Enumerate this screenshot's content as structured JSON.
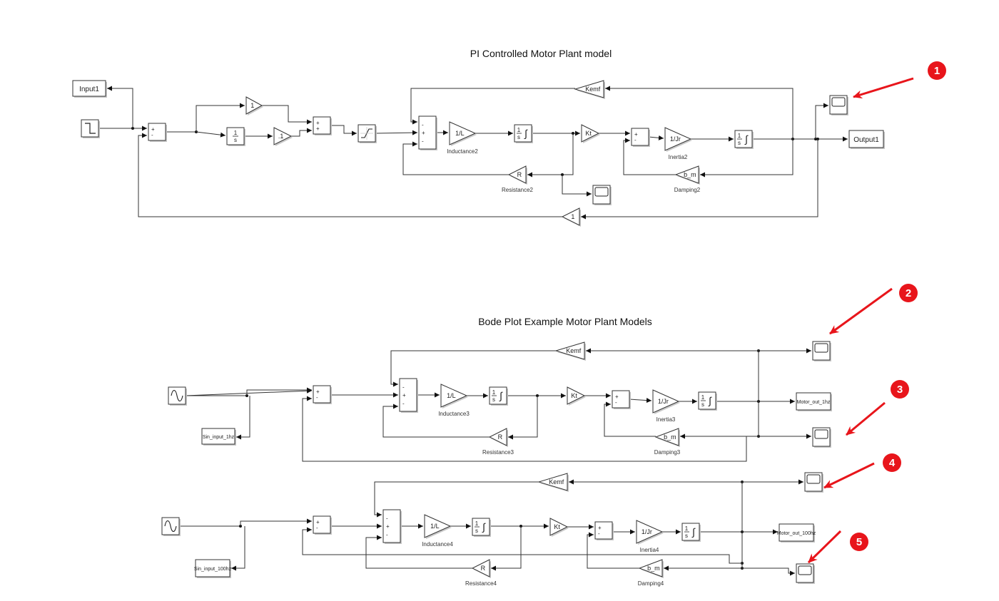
{
  "titles": {
    "pi_model": "PI Controlled Motor Plant model",
    "bode_models": "Bode Plot Example Motor Plant Models"
  },
  "pi_model": {
    "input_port": "Input1",
    "output_port": "Output1",
    "proportional_gain": "1",
    "integrator": "1/s",
    "integral_gain": ".1",
    "kemf": "Kemf",
    "inductance": "1/L",
    "inductance_label": "Inductance2",
    "kt": "Kt",
    "inertia": "1/Jr",
    "inertia_label": "Inertia2",
    "resistance": "R",
    "resistance_label": "Resistance2",
    "damping": "b_m",
    "damping_label": "Damping2",
    "feedback_gain": "1"
  },
  "bode_1hz": {
    "input_port": "Sin_input_1hz",
    "output_port": "Motor_out_1hz",
    "kemf": "Kemf",
    "inductance": "1/L",
    "inductance_label": "Inductance3",
    "kt": "Kt",
    "inertia": "1/Jr",
    "inertia_label": "Inertia3",
    "resistance": "R",
    "resistance_label": "Resistance3",
    "damping": "b_m",
    "damping_label": "Damping3"
  },
  "bode_100hz": {
    "input_port": "Sin_input_100hz",
    "output_port": "Motor_out_100hz",
    "kemf": "Kemf",
    "inductance": "1/L",
    "inductance_label": "Inductance4",
    "kt": "Kt",
    "inertia": "1/Jr",
    "inertia_label": "Inertia4",
    "resistance": "R",
    "resistance_label": "Resistance4",
    "damping": "b_m",
    "damping_label": "Damping4"
  },
  "signs": {
    "plus": "+",
    "minus": "-"
  },
  "integrator_symbol": {
    "num": "1",
    "den": "s",
    "integral": "∫"
  },
  "annotations": [
    {
      "number": "1",
      "target": "scope-pi-output"
    },
    {
      "number": "2",
      "target": "scope-1hz-top"
    },
    {
      "number": "3",
      "target": "scope-1hz-bottom"
    },
    {
      "number": "4",
      "target": "scope-100hz-top"
    },
    {
      "number": "5",
      "target": "scope-100hz-bottom"
    }
  ],
  "colors": {
    "annotation": "#e8151b",
    "wire": "#333333",
    "block_border": "#333333"
  }
}
